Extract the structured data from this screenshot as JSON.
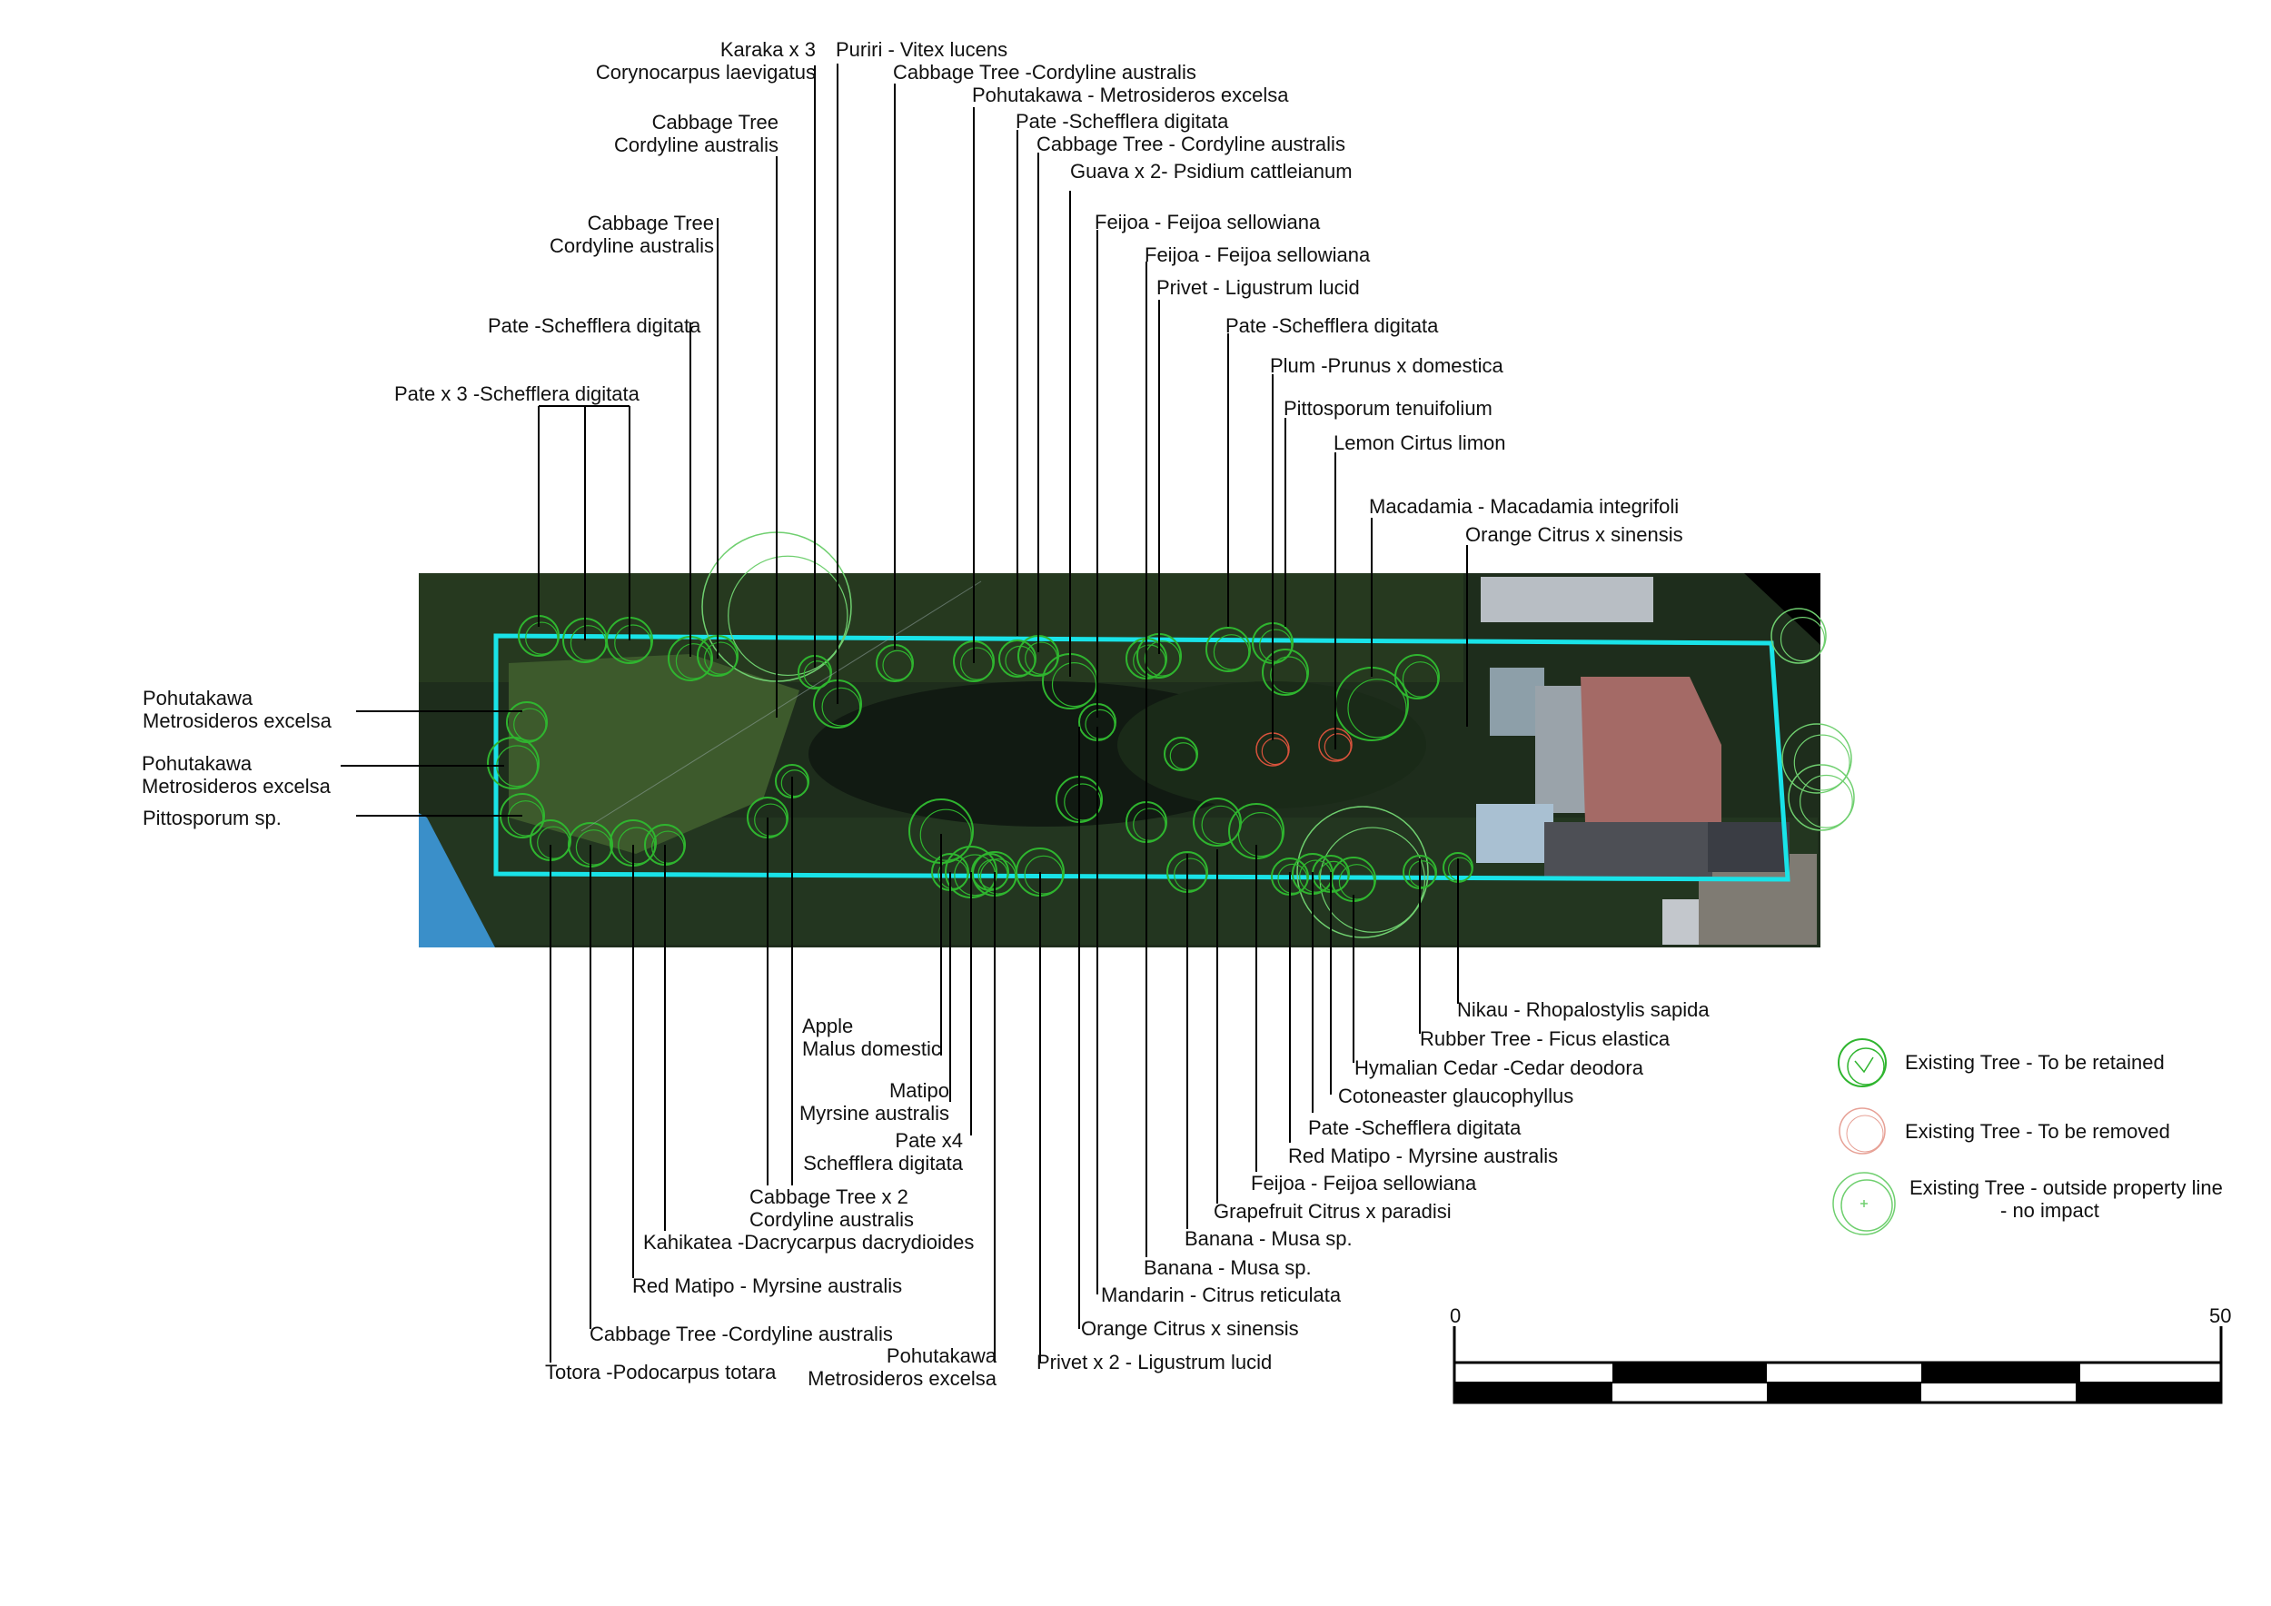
{
  "labels_top": [
    {
      "id": "karaka",
      "lines": [
        "Karaka x 3",
        "Corynocarpus laevigatus"
      ]
    },
    {
      "id": "puriri",
      "lines": [
        "Puriri - Vitex lucens"
      ]
    },
    {
      "id": "cabbage-a",
      "lines": [
        "Cabbage Tree -Cordyline australis"
      ]
    },
    {
      "id": "pohutakawa-a",
      "lines": [
        "Pohutakawa - Metrosideros excelsa"
      ]
    },
    {
      "id": "pate-a",
      "lines": [
        "Pate -Schefflera digitata"
      ]
    },
    {
      "id": "cabbage-b",
      "lines": [
        "Cabbage Tree - Cordyline australis"
      ]
    },
    {
      "id": "guava",
      "lines": [
        "Guava x 2- Psidium cattleianum"
      ]
    },
    {
      "id": "cabbage-c",
      "lines": [
        "Cabbage Tree",
        "Cordyline australis"
      ]
    },
    {
      "id": "cabbage-d",
      "lines": [
        "Cabbage Tree",
        "Cordyline australis"
      ]
    },
    {
      "id": "feijoa-a",
      "lines": [
        "Feijoa - Feijoa sellowiana"
      ]
    },
    {
      "id": "feijoa-b",
      "lines": [
        "Feijoa - Feijoa sellowiana"
      ]
    },
    {
      "id": "privet-a",
      "lines": [
        "Privet - Ligustrum lucid"
      ]
    },
    {
      "id": "pate-b",
      "lines": [
        "Pate -Schefflera digitata"
      ]
    },
    {
      "id": "pate-c",
      "lines": [
        "Pate -Schefflera digitata"
      ]
    },
    {
      "id": "plum",
      "lines": [
        "Plum -Prunus x domestica"
      ]
    },
    {
      "id": "pate-x3",
      "lines": [
        "Pate x 3 -Schefflera digitata"
      ]
    },
    {
      "id": "pittosporum-t",
      "lines": [
        "Pittosporum tenuifolium"
      ]
    },
    {
      "id": "lemon",
      "lines": [
        "Lemon Cirtus limon"
      ]
    },
    {
      "id": "macadamia",
      "lines": [
        "Macadamia - Macadamia integrifoli"
      ]
    },
    {
      "id": "orange-a",
      "lines": [
        "Orange Citrus x sinensis"
      ]
    }
  ],
  "labels_left": [
    {
      "id": "pohutakawa-l1",
      "lines": [
        "Pohutakawa",
        "Metrosideros excelsa"
      ]
    },
    {
      "id": "pohutakawa-l2",
      "lines": [
        "Pohutakawa",
        "Metrosideros excelsa"
      ]
    },
    {
      "id": "pittosporum-sp",
      "lines": [
        "Pittosporum sp."
      ]
    }
  ],
  "labels_bottom": [
    {
      "id": "apple",
      "lines": [
        "Apple",
        "Malus domestic"
      ]
    },
    {
      "id": "matipo",
      "lines": [
        "Matipo",
        "Myrsine australis"
      ]
    },
    {
      "id": "pate-x4",
      "lines": [
        "Pate x4",
        "Schefflera digitata"
      ]
    },
    {
      "id": "cabbage-x2",
      "lines": [
        "Cabbage Tree x 2",
        "Cordyline australis"
      ]
    },
    {
      "id": "kahikatea",
      "lines": [
        "Kahikatea -Dacrycarpus dacrydioides"
      ]
    },
    {
      "id": "red-matipo-a",
      "lines": [
        "Red Matipo - Myrsine australis"
      ]
    },
    {
      "id": "cabbage-e",
      "lines": [
        "Cabbage Tree -Cordyline australis"
      ]
    },
    {
      "id": "totora",
      "lines": [
        "Totora -Podocarpus totara"
      ]
    },
    {
      "id": "pohutakawa-b",
      "lines": [
        "Pohutakawa",
        "Metrosideros excelsa"
      ]
    },
    {
      "id": "privet-x2",
      "lines": [
        "Privet x 2 - Ligustrum lucid"
      ]
    },
    {
      "id": "orange-b",
      "lines": [
        "Orange Citrus x sinensis"
      ]
    },
    {
      "id": "mandarin",
      "lines": [
        "Mandarin - Citrus reticulata"
      ]
    },
    {
      "id": "banana-a",
      "lines": [
        "Banana - Musa sp."
      ]
    },
    {
      "id": "banana-b",
      "lines": [
        "Banana - Musa sp."
      ]
    },
    {
      "id": "grapefruit",
      "lines": [
        "Grapefruit Citrus x paradisi"
      ]
    },
    {
      "id": "feijoa-c",
      "lines": [
        "Feijoa - Feijoa sellowiana"
      ]
    },
    {
      "id": "red-matipo-b",
      "lines": [
        "Red Matipo - Myrsine australis"
      ]
    },
    {
      "id": "pate-d",
      "lines": [
        "Pate -Schefflera digitata"
      ]
    },
    {
      "id": "cotoneaster",
      "lines": [
        "Cotoneaster glaucophyllus"
      ]
    },
    {
      "id": "cedar",
      "lines": [
        "Hymalian Cedar -Cedar deodora"
      ]
    },
    {
      "id": "rubber",
      "lines": [
        "Rubber Tree - Ficus elastica"
      ]
    },
    {
      "id": "nikau",
      "lines": [
        "Nikau - Rhopalostylis sapida"
      ]
    }
  ],
  "legend": {
    "retained": "Existing Tree - To be retained",
    "removed": "Existing Tree - To be removed",
    "outside_l1": "Existing Tree - outside property line",
    "outside_l2": "- no impact"
  },
  "scale": {
    "min": "0",
    "max": "50"
  },
  "colors": {
    "boundary": "#19e3e8",
    "retained": "#2fb52f",
    "removed": "#d9533c",
    "outside": "#6fcf6f"
  }
}
